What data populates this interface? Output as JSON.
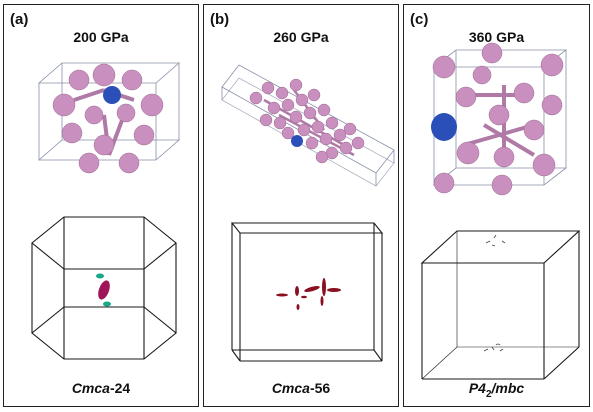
{
  "panels": [
    {
      "letter": "(a)",
      "pressure": "200 GPa",
      "phase_prefix": "Cmca",
      "phase_suffix": "-24"
    },
    {
      "letter": "(b)",
      "pressure": "260 GPa",
      "phase_prefix": "Cmca",
      "phase_suffix": "-56"
    },
    {
      "letter": "(c)",
      "pressure": "360 GPa",
      "phase_prefix": "P4",
      "phase_sub": "2",
      "phase_suffix": "/mbc"
    }
  ],
  "colors": {
    "atom_pink": "#c98fbf",
    "atom_blue": "#2a4fb8",
    "fermi_magenta": "#a0145a",
    "fermi_teal": "#1aa889",
    "fermi_dark_red": "#8a1020"
  }
}
